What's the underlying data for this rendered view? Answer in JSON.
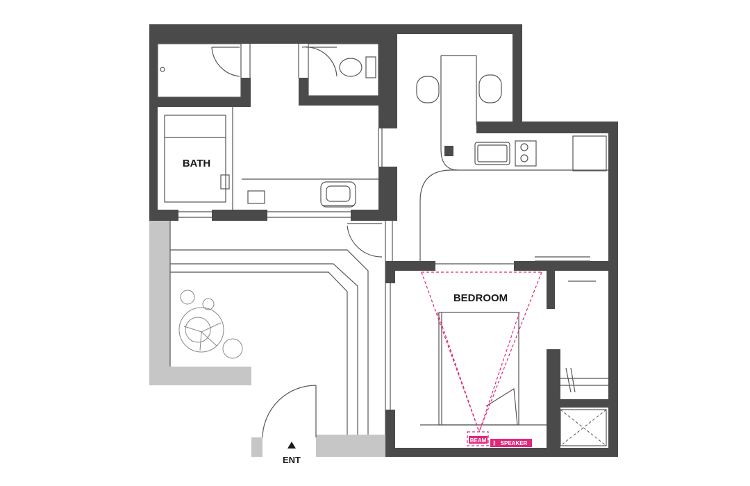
{
  "rooms": {
    "bath": "BATH",
    "bedroom": "BEDROOM"
  },
  "entrance": {
    "label": "ENT"
  },
  "devices": {
    "beam": "BEAM",
    "speaker": "SPEAKER"
  },
  "colors": {
    "wall": "#4a4a4a",
    "exterior_paving": "#c6c6c6",
    "line": "#555555",
    "accent": "#e0287a"
  },
  "icons": {
    "entrance_marker": "triangle-up-icon",
    "speaker_logo": "bluetooth-icon"
  }
}
